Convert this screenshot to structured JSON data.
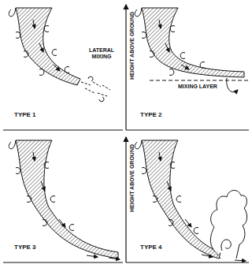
{
  "diagram": {
    "labels": [
      "LATERAL MIXING",
      "TYPE 1",
      "HEIGHT ABOVE GROUND",
      "TYPE 2",
      "MIXING LAYER",
      "TYPE 3",
      "HEIGHT ABOVE GROUND",
      "TYPE 4"
    ]
  }
}
